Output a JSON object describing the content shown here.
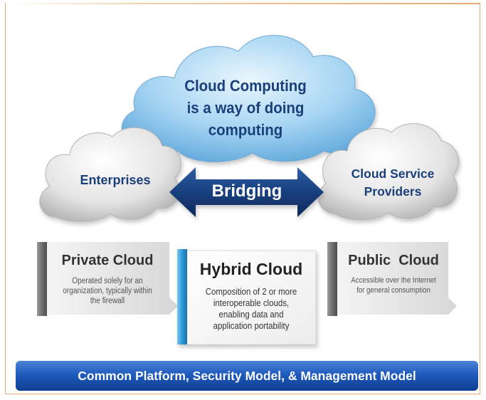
{
  "main_cloud": {
    "line1": "Cloud Computing",
    "line2": "is a way of doing",
    "line3": "computing"
  },
  "left_cloud": {
    "label": "Enterprises"
  },
  "right_cloud": {
    "line1": "Cloud Service",
    "line2": "Providers"
  },
  "arrow": {
    "label": "Bridging"
  },
  "private": {
    "title": "Private Cloud",
    "desc1": "Operated solely for an",
    "desc2": "organization, typically within",
    "desc3": "the firewall"
  },
  "hybrid": {
    "title": "Hybrid Cloud",
    "desc1": "Composition of 2 or more",
    "desc2": "interoperable clouds,",
    "desc3": "enabling data and",
    "desc4": "application portability"
  },
  "public": {
    "title": "Public  Cloud",
    "desc1": "Accessible over the Internet",
    "desc2": "for general consumption"
  },
  "banner": {
    "label": "Common Platform, Security Model, & Management Model"
  },
  "colors": {
    "main_cloud": "#8fc8ef",
    "side_clouds": "#e6e6e6",
    "arrow": "#1d3f7c",
    "banner": "#1f5bbd",
    "hybrid_bar": "#2a9ad9",
    "frame": "#e7a873"
  }
}
